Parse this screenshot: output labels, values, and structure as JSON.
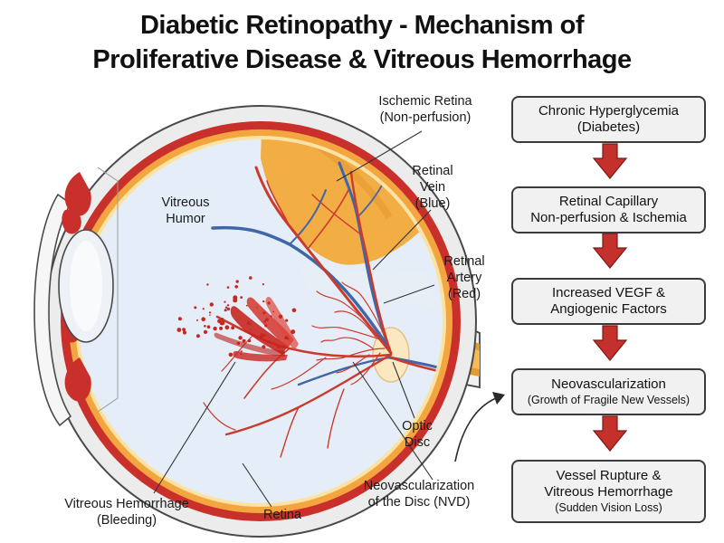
{
  "title": {
    "line1": "Diabetic Retinopathy - Mechanism of",
    "line2": "Proliferative Disease & Vitreous Hemorrhage"
  },
  "labels": {
    "ischemic": [
      "Ischemic Retina",
      "(Non-perfusion)"
    ],
    "vitreous_humor": [
      "Vitreous",
      "Humor"
    ],
    "retinal_vein": [
      "Retinal",
      "Vein",
      "(Blue)"
    ],
    "retinal_artery": [
      "Retinal",
      "Artery",
      "(Red)"
    ],
    "optic_disc": [
      "Optic",
      "Disc"
    ],
    "nvd": [
      "Neovascularization",
      "of the Disc (NVD)"
    ],
    "hemorrhage": [
      "Vitreous Hemorrhage",
      "(Bleeding)"
    ],
    "retina": [
      "Retina"
    ]
  },
  "flow": [
    {
      "line1": "Chronic Hyperglycemia",
      "line2": "(Diabetes)"
    },
    {
      "line1": "Retinal Capillary",
      "line2": "Non-perfusion & Ischemia"
    },
    {
      "line1": "Increased VEGF &",
      "line2": "Angiogenic Factors"
    },
    {
      "line1": "Neovascularization",
      "line2": "(Growth of Fragile New Vessels)"
    },
    {
      "line1": "Vessel Rupture &",
      "line2": "Vitreous Hemorrhage",
      "line3": "(Sudden Vision Loss)"
    }
  ],
  "colors": {
    "sclera": "#ececec",
    "choroid": "#c9302c",
    "retina_layer": "#f3a640",
    "vitreous": "#e5eef8",
    "ischemic": "#f2a93b",
    "vein": "#3e66a8",
    "artery": "#cc3a2e",
    "arrow": "#c4302b",
    "box_fill": "#f1f1f1"
  }
}
